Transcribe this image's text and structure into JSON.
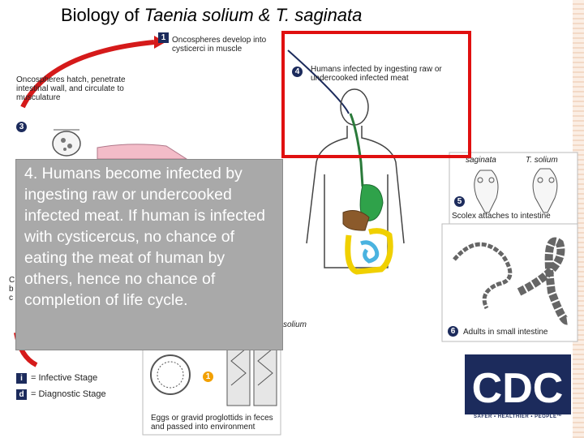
{
  "title": {
    "text": "Biology of ",
    "italic": "Taenia solium & T. saginata"
  },
  "stages": {
    "s1": {
      "num": "1",
      "text": "Oncospheres develop into cysticerci in muscle"
    },
    "s3": {
      "num": "3",
      "text": "Oncospheres hatch, penetrate intestinal wall, and circulate to musculature"
    },
    "s4": {
      "num": "4",
      "text": "Humans infected by ingesting raw or undercooked infected meat"
    },
    "s5": {
      "num": "5",
      "text": "Scolex attaches to intestine"
    },
    "s6": {
      "num": "6",
      "text": "Adults in small intestine"
    },
    "eggs": {
      "num": "1",
      "text": "Eggs or gravid proglottids in feces and passed into environment"
    }
  },
  "scolex_labels": {
    "left": "saginata",
    "right": "T. solium"
  },
  "solium_label": "solium",
  "partial_left": {
    "line1": "C",
    "line2": "b",
    "line3": "c"
  },
  "legend": {
    "infective": {
      "badge": "i",
      "text": "= Infective Stage"
    },
    "diagnostic": {
      "badge": "d",
      "text": "= Diagnostic Stage"
    }
  },
  "callout": "4. Humans become infected by ingesting raw or undercooked infected meat. If human is infected with cysticercus, no chance of eating the meat of human by others, hence no chance of completion of life cycle.",
  "cdc": {
    "logo": "CDC",
    "tagline": "SAFER • HEALTHIER • PEOPLE™"
  },
  "colors": {
    "arrow_red": "#d51a1a",
    "arrow_blue": "#1c2b5c",
    "highlight": "#e01010",
    "callout_bg": "#a9a9a9",
    "cdc_blue": "#1c2b5c"
  }
}
